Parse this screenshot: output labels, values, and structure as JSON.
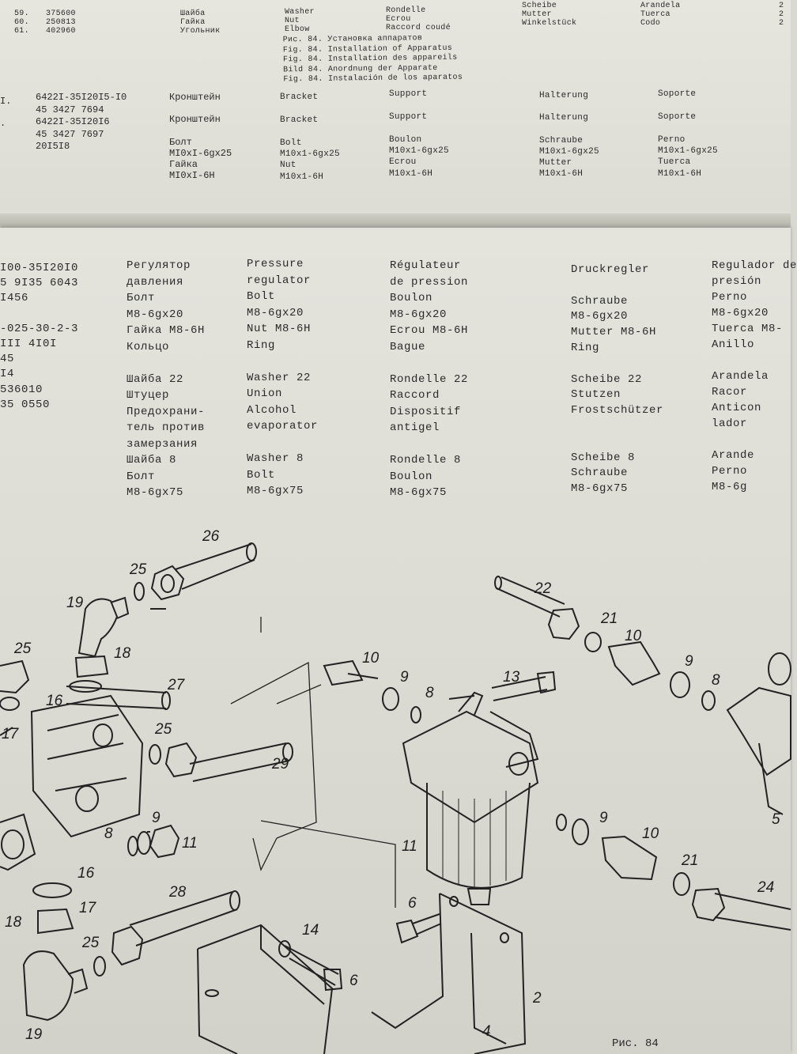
{
  "top_rows": {
    "nums": [
      "59.",
      "60.",
      "61."
    ],
    "codes": [
      "375600",
      "250813",
      "402960"
    ],
    "ru": [
      "Шайба",
      "Гайка",
      "Угольник"
    ],
    "en": [
      "Washer",
      "Nut",
      "Elbow"
    ],
    "fr": [
      "Rondelle",
      "Ecrou",
      "Raccord coudé"
    ],
    "de": [
      "Scheibe",
      "Mutter",
      "Winkelstück"
    ],
    "es": [
      "Arandela",
      "Tuerca",
      "Codo"
    ],
    "edge": [
      "2",
      "2",
      "2"
    ]
  },
  "figure_captions": [
    "Рис. 84. Установка аппаратов",
    "Fig. 84. Installation of Apparatus",
    "Fig. 84. Installation des appareils",
    "Bild 84. Anordnung der Apparate",
    "Fig. 84. Instalación de los aparatos"
  ],
  "top_block": {
    "markers": [
      "I.",
      "."
    ],
    "codes": [
      "6422I-35I20I5-I0",
      "45 3427 7694",
      "6422I-35I20I6",
      "45 3427 7697",
      "20I5I8"
    ],
    "ru": "Кронштейн\n\nКронштейн\n\nБолт\nMI0xI-6gx25\nГайка\nMI0xI-6H",
    "en": "Bracket\n\nBracket\n\nBolt\nM10x1-6gx25\nNut\nM10x1-6H",
    "fr": "Support\n\nSupport\n\nBoulon\nM10x1-6gx25\nEcrou\nM10x1-6H",
    "de": "Halterung\n\nHalterung\n\nSchraube\nM10x1-6gx25\nMutter\nM10x1-6H",
    "es": "Soporte\n\nSoporte\n\nPerno\nM10x1-6gx25\nTuerca\nM10x1-6H"
  },
  "bottom_block": {
    "codes": "I00-35I20I0\n5 9I35 6043\nI456\n\n-025-30-2-3\nIII 4I0I\n45\nI4\n536010\n35 0550",
    "ru": "Регулятор\nдавления\nБолт\nМ8-6gx20\nГайка М8-6Н\nКольцо\n\nШайба 22\nШтуцер\nПредохрани-\nтель против\nзамерзания\nШайба 8\nБолт\nМ8-6gx75",
    "en": "Pressure\nregulator\nBolt\nM8-6gx20\nNut M8-6H\nRing\n\nWasher 22\nUnion\nAlcohol\nevaporator\n\nWasher 8\nBolt\nM8-6gx75",
    "fr": "Régulateur\nde pression\nBoulon\nM8-6gx20\nEcrou M8-6H\nBague\n\nRondelle 22\nRaccord\nDispositif\nantigel\n\nRondelle 8\nBoulon\nM8-6gx75",
    "de": "Druckregler\n\nSchraube\nM8-6gx20\nMutter M8-6H\nRing\n\nScheibe 22\nStutzen\nFrostschützer\n\n\nScheibe 8\nSchraube\nM8-6gx75",
    "es": "Regulador de\npresión\nPerno\nM8-6gx20\nTuerca M8-\nAnillo\n\nArandela\nRacor\nAnticon\nlador\n\nArande\nPerno\nM8-6g"
  },
  "callouts": [
    "26",
    "25",
    "19",
    "18",
    "25",
    "27",
    "16",
    "17",
    "25",
    "29",
    "9",
    "8",
    "11",
    "16",
    "17",
    "18",
    "28",
    "25",
    "19",
    "14",
    "6",
    "10",
    "9",
    "8",
    "13",
    "11",
    "6",
    "2",
    "4",
    "22",
    "21",
    "10",
    "9",
    "8",
    "9",
    "10",
    "21",
    "24",
    "5"
  ],
  "bottom_caption": "Рис. 84"
}
